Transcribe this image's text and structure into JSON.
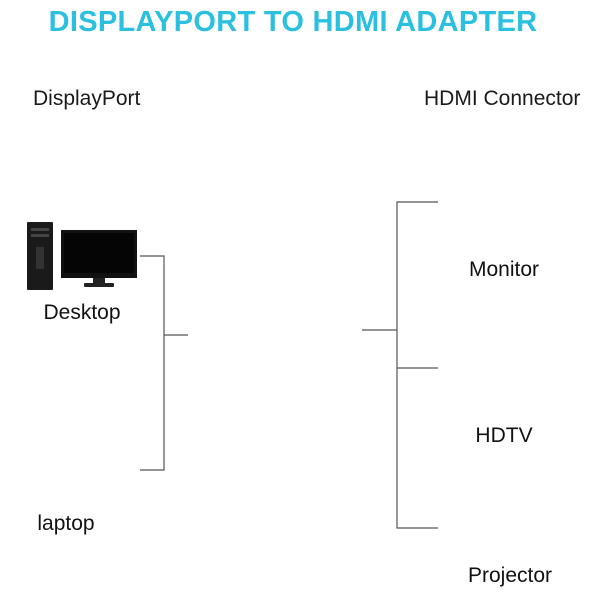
{
  "title": "DISPLAYPORT TO HDMI ADAPTER",
  "left_header": "DisplayPort",
  "right_header": "HDMI Connector",
  "sources": [
    {
      "label": "Desktop",
      "icon": "desktop-computer-icon"
    },
    {
      "label": "laptop",
      "icon": "laptop-icon"
    }
  ],
  "outputs": [
    {
      "label": "Monitor",
      "icon": "monitor-icon"
    },
    {
      "label": "HDTV",
      "icon": "hdtv-icon"
    },
    {
      "label": "Projector",
      "icon": "projector-icon"
    }
  ],
  "adapter_icon": "displayport-hdmi-adapter-icon",
  "colors": {
    "title": "#2bbfe0",
    "lines": "#555555",
    "connector_gold": "#d4a017"
  }
}
